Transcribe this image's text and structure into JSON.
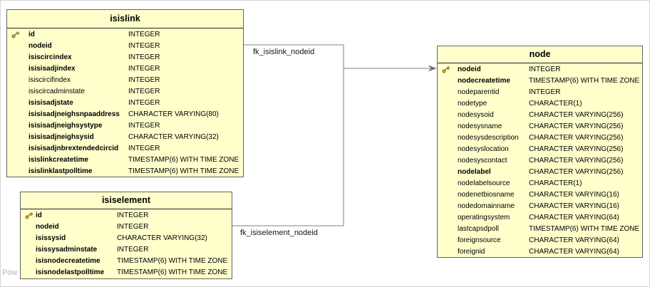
{
  "diagram": {
    "watermark": "Pow",
    "relationships": [
      {
        "label": "fk_isislink_nodeid",
        "from": "isislink.nodeid",
        "to": "node.nodeid"
      },
      {
        "label": "fk_isiselement_nodeid",
        "from": "isiselement.nodeid",
        "to": "node.nodeid"
      }
    ],
    "colors": {
      "table_fill": "#ffffcc",
      "table_border": "#636363",
      "header_separator": "#262626",
      "connector_line": "#808080",
      "arrowhead": "#6e6e6e",
      "key_icon": "#e2b33c",
      "text": "#000000",
      "watermark": "#b5b5b5"
    },
    "tables": [
      {
        "title": "isislink",
        "columns": [
          {
            "name": "id",
            "type": "INTEGER",
            "pk": true,
            "bold": true
          },
          {
            "name": "nodeid",
            "type": "INTEGER",
            "pk": false,
            "bold": true
          },
          {
            "name": "isiscircindex",
            "type": "INTEGER",
            "pk": false,
            "bold": true
          },
          {
            "name": "isisisadjindex",
            "type": "INTEGER",
            "pk": false,
            "bold": true
          },
          {
            "name": "isiscircifindex",
            "type": "INTEGER",
            "pk": false,
            "bold": false
          },
          {
            "name": "isiscircadminstate",
            "type": "INTEGER",
            "pk": false,
            "bold": false
          },
          {
            "name": "isisisadjstate",
            "type": "INTEGER",
            "pk": false,
            "bold": true
          },
          {
            "name": "isisisadjneighsnpaaddress",
            "type": "CHARACTER VARYING(80)",
            "pk": false,
            "bold": true
          },
          {
            "name": "isisisadjneighsystype",
            "type": "INTEGER",
            "pk": false,
            "bold": true
          },
          {
            "name": "isisisadjneighsysid",
            "type": "CHARACTER VARYING(32)",
            "pk": false,
            "bold": true
          },
          {
            "name": "isisisadjnbrextendedcircid",
            "type": "INTEGER",
            "pk": false,
            "bold": true
          },
          {
            "name": "isislinkcreatetime",
            "type": "TIMESTAMP(6) WITH TIME ZONE",
            "pk": false,
            "bold": true
          },
          {
            "name": "isislinklastpolltime",
            "type": "TIMESTAMP(6) WITH TIME ZONE",
            "pk": false,
            "bold": true
          }
        ]
      },
      {
        "title": "isiselement",
        "columns": [
          {
            "name": "id",
            "type": "INTEGER",
            "pk": true,
            "bold": true
          },
          {
            "name": "nodeid",
            "type": "INTEGER",
            "pk": false,
            "bold": true
          },
          {
            "name": "isissysid",
            "type": "CHARACTER VARYING(32)",
            "pk": false,
            "bold": true
          },
          {
            "name": "isissysadminstate",
            "type": "INTEGER",
            "pk": false,
            "bold": true
          },
          {
            "name": "isisnodecreatetime",
            "type": "TIMESTAMP(6) WITH TIME ZONE",
            "pk": false,
            "bold": true
          },
          {
            "name": "isisnodelastpolltime",
            "type": "TIMESTAMP(6) WITH TIME ZONE",
            "pk": false,
            "bold": true
          }
        ]
      },
      {
        "title": "node",
        "columns": [
          {
            "name": "nodeid",
            "type": "INTEGER",
            "pk": true,
            "bold": true
          },
          {
            "name": "nodecreatetime",
            "type": "TIMESTAMP(6) WITH TIME ZONE",
            "pk": false,
            "bold": true
          },
          {
            "name": "nodeparentid",
            "type": "INTEGER",
            "pk": false,
            "bold": false
          },
          {
            "name": "nodetype",
            "type": "CHARACTER(1)",
            "pk": false,
            "bold": false
          },
          {
            "name": "nodesysoid",
            "type": "CHARACTER VARYING(256)",
            "pk": false,
            "bold": false
          },
          {
            "name": "nodesysname",
            "type": "CHARACTER VARYING(256)",
            "pk": false,
            "bold": false
          },
          {
            "name": "nodesysdescription",
            "type": "CHARACTER VARYING(256)",
            "pk": false,
            "bold": false
          },
          {
            "name": "nodesyslocation",
            "type": "CHARACTER VARYING(256)",
            "pk": false,
            "bold": false
          },
          {
            "name": "nodesyscontact",
            "type": "CHARACTER VARYING(256)",
            "pk": false,
            "bold": false
          },
          {
            "name": "nodelabel",
            "type": "CHARACTER VARYING(256)",
            "pk": false,
            "bold": true
          },
          {
            "name": "nodelabelsource",
            "type": "CHARACTER(1)",
            "pk": false,
            "bold": false
          },
          {
            "name": "nodenetbiosname",
            "type": "CHARACTER VARYING(16)",
            "pk": false,
            "bold": false
          },
          {
            "name": "nodedomainname",
            "type": "CHARACTER VARYING(16)",
            "pk": false,
            "bold": false
          },
          {
            "name": "operatingsystem",
            "type": "CHARACTER VARYING(64)",
            "pk": false,
            "bold": false
          },
          {
            "name": "lastcapsdpoll",
            "type": "TIMESTAMP(6) WITH TIME ZONE",
            "pk": false,
            "bold": false
          },
          {
            "name": "foreignsource",
            "type": "CHARACTER VARYING(64)",
            "pk": false,
            "bold": false
          },
          {
            "name": "foreignid",
            "type": "CHARACTER VARYING(64)",
            "pk": false,
            "bold": false
          }
        ]
      }
    ]
  }
}
